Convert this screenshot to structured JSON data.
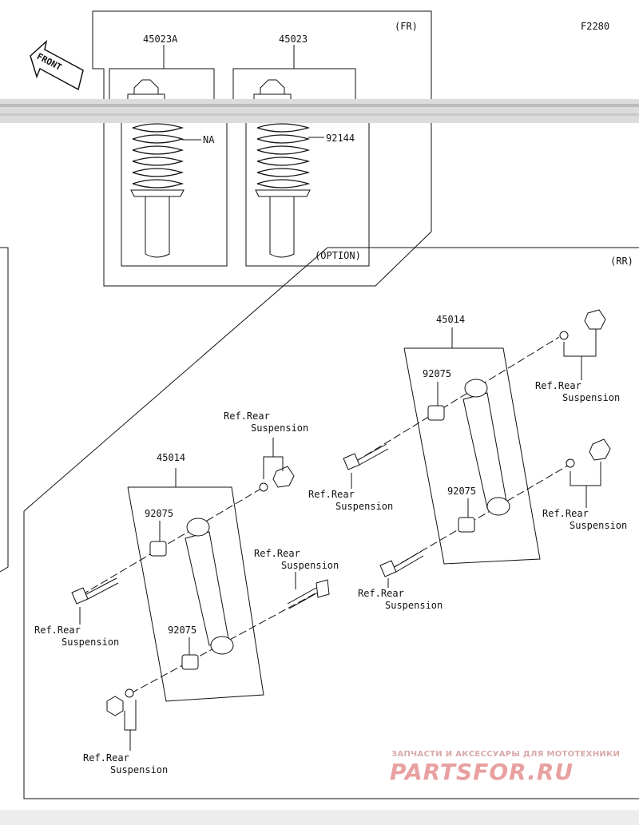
{
  "diagram_code": "F2280",
  "direction_label": "FRONT",
  "front_section": {
    "tag": "(FR)",
    "left_part": "45023A",
    "right_part": "45023",
    "left_spring_label": "NA",
    "right_spring_label": "92144",
    "option_label": "(OPTION)"
  },
  "rear_section": {
    "tag": "(RR)",
    "left_shock": "45014",
    "right_shock": "45014",
    "bushing_labels": [
      "92075",
      "92075",
      "92075",
      "92075"
    ],
    "reference": {
      "line1": "Ref.Rear",
      "line2": "Suspension"
    }
  },
  "watermark": {
    "tagline": "ЗАПЧАСТИ И АКСЕССУАРЫ ДЛЯ МОТОТЕХНИКИ",
    "logo": "PARTSFOR.RU"
  }
}
